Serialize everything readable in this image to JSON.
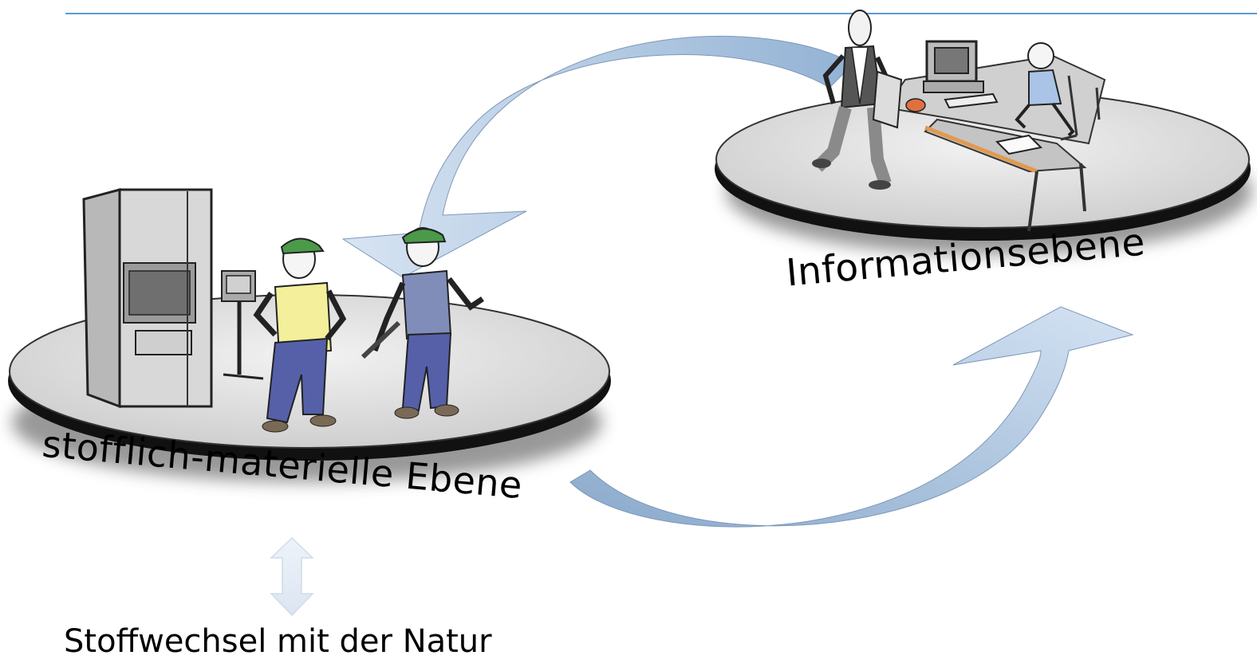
{
  "diagram": {
    "left_platform_label": "stofflich-materielle Ebene",
    "right_platform_label": "Informationsebene",
    "bottom_caption": "Stoffwechsel mit der Natur"
  },
  "colors": {
    "header_line": "#5b9bd5",
    "arrow_fill_light": "#dce8f5",
    "arrow_fill_dark": "#8fb1d6",
    "platform_top": "#e2e2e2",
    "platform_rim": "#000000",
    "overall_blue": "#5560a8",
    "shirt_yellow": "#f3ef9a",
    "cap_green": "#4a9a4a"
  }
}
